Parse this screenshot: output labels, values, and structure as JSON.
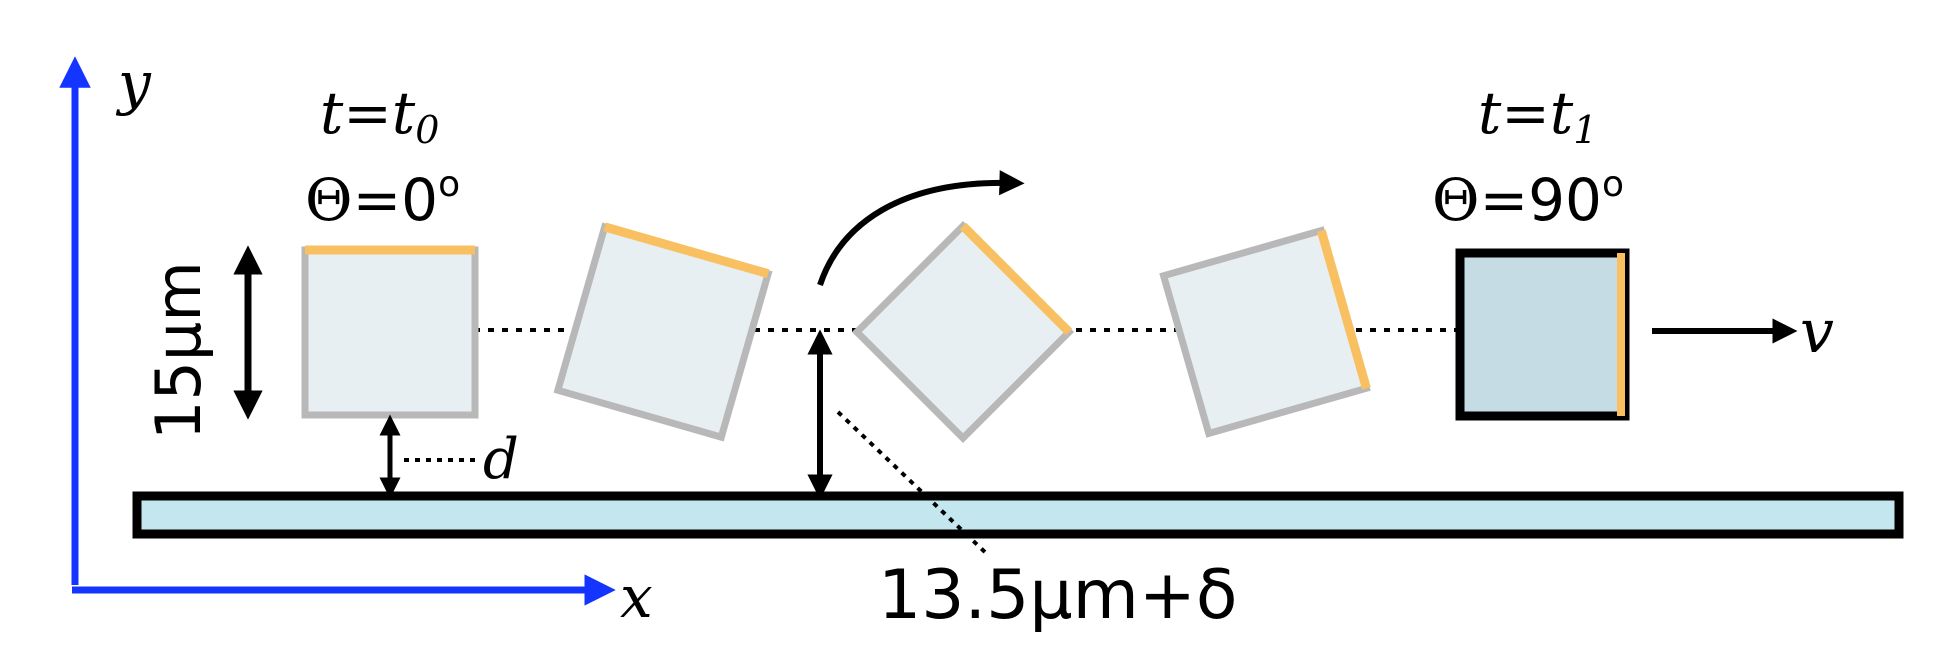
{
  "axes": {
    "x_label": "x",
    "y_label": "y",
    "color": "#1434ff"
  },
  "states": {
    "start": {
      "time_var": "t=t",
      "time_sub": "0",
      "theta_symbol": "Θ",
      "theta_value": "=0",
      "degree_mark": "o"
    },
    "end": {
      "time_var": "t=t",
      "time_sub": "1",
      "theta_symbol": "Θ",
      "theta_value": "=90",
      "degree_mark": "o"
    }
  },
  "dimensions": {
    "size_label": "15μm",
    "gap_label": "d",
    "center_height_label": "13.5μm+δ"
  },
  "velocity_label": "v",
  "colors": {
    "square_fill": "#e8eff3",
    "square_stroke": "#b8b8b8",
    "square_edge": "#f8c060",
    "final_fill": "#c6dce4",
    "wall_fill": "#c4e6ef"
  }
}
